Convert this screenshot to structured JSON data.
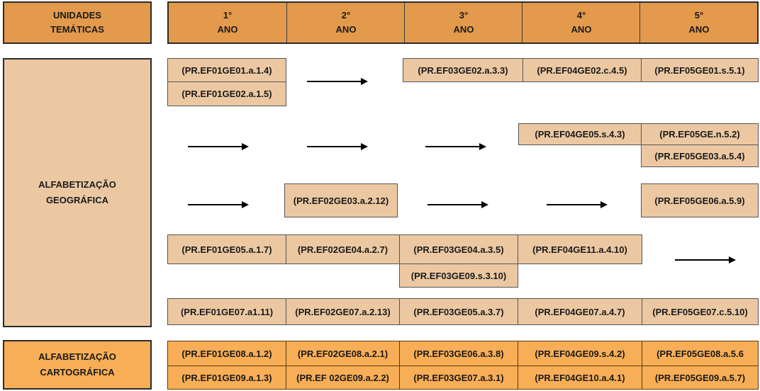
{
  "header": {
    "theme_label": [
      "UNIDADES",
      "TEMÁTICAS"
    ],
    "years": [
      {
        "num": "1°",
        "label": "ANO"
      },
      {
        "num": "2°",
        "label": "ANO"
      },
      {
        "num": "3°",
        "label": "ANO"
      },
      {
        "num": "4°",
        "label": "ANO"
      },
      {
        "num": "5°",
        "label": "ANO"
      }
    ]
  },
  "themes": {
    "geo": [
      "ALFABETIZAÇÃO",
      "GEOGRÁFICA"
    ],
    "carto": [
      "ALFABETIZAÇÃO",
      "CARTOGRÁFICA"
    ]
  },
  "codes": {
    "r1a_y1": "(PR.EF01GE01.a.1.4)",
    "r1b_y1": "(PR.EF01GE02.a.1.5)",
    "r1_y3": "(PR.EF03GE02.a.3.3)",
    "r1_y4": "(PR.EF04GE02.c.4.5)",
    "r1_y5": "(PR.EF05GE01.s.5.1)",
    "r2_y4": "(PR.EF04GE05.s.4.3)",
    "r2a_y5": "(PR.EF05GE.n.5.2)",
    "r2b_y5": "(PR.EF05GE03.a.5.4)",
    "r3_y2": "(PR.EF02GE03.a.2.12)",
    "r3_y5": "(PR.EF05GE06.a.5.9)",
    "r4_y1": "(PR.EF01GE05.a.1.7)",
    "r4_y2": "(PR.EF02GE04.a.2.7)",
    "r4a_y3": "(PR.EF03GE04.a.3.5)",
    "r4b_y3": "(PR.EF03GE09.s.3.10)",
    "r4_y4": "(PR.EF04GE11.a.4.10)",
    "r5_y1": "(PR.EF01GE07.a1.11)",
    "r5_y2": "(PR.EF02GE07.a.2.13)",
    "r5_y3": "(PR.EF03GE05.a.3.7)",
    "r5_y4": "(PR.EF04GE07.a.4.7)",
    "r5_y5": "(PR.EF05GE07.c.5.10)",
    "c1_y1": "(PR.EF01GE08.a.1.2)",
    "c1_y2": "(PR.EF02GE08.a.2.1)",
    "c1_y3": "(PR.EF03GE06.a.3.8)",
    "c1_y4": "(PR.EF04GE09.s.4.2)",
    "c1_y5": "(PR.EF05GE08.a.5.6",
    "c2_y1": "(PR.EF01GE09.a.1.3)",
    "c2_y2": "(PR.EF 02GE09.a.2.2)",
    "c2_y3": "(PR.EF03GE07.a.3.1)",
    "c2_y4": "(PR.EF04GE10.a.4.1)",
    "c2_y5": "(PR.EF05GE09.a.5.7)"
  },
  "colors": {
    "header": "#e39a4c",
    "geo_fill": "#ecc8a2",
    "carto_fill": "#f8ae56"
  }
}
